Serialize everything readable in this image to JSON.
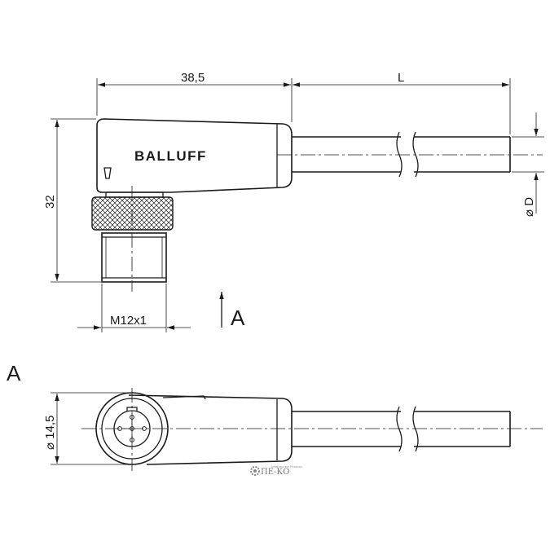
{
  "brand_text": "BALLUFF",
  "dimensions": {
    "length_body": "38,5",
    "length_cable": "L",
    "height": "32",
    "thread": "M12x1",
    "cable_diameter": "⌀ D",
    "face_diameter": "⌀ 14,5"
  },
  "view_marker": "A",
  "view_label": "A",
  "watermark": {
    "text": "ПЕ-КО",
    "subtext": "Комплексные Решения"
  },
  "colors": {
    "line": "#1a1a1a",
    "background": "#ffffff",
    "watermark": "#777777"
  }
}
